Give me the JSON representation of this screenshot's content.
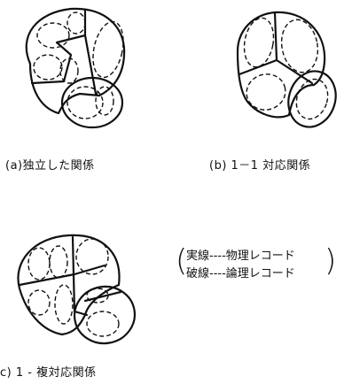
{
  "captions": {
    "a": "(a)独立した関係",
    "b": "(b) 1－1 対応関係",
    "c": "c) 1 - 複対応関係"
  },
  "legend": {
    "line1": "実線----物理レコード",
    "line2": "破線----論理レコード"
  }
}
